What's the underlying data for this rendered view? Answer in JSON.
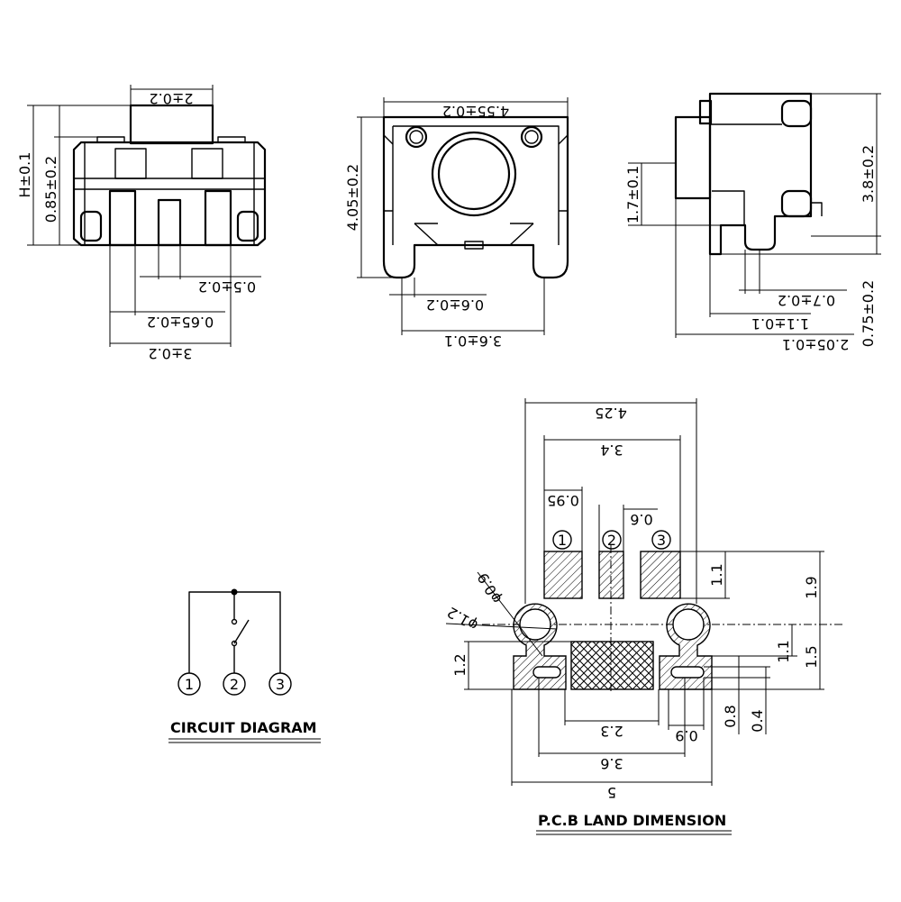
{
  "colors": {
    "line": "#000000",
    "background": "#ffffff"
  },
  "front_view": {
    "stem_width": "2±0.2",
    "height_h": "H±0.1",
    "base_height": "0.85±0.2",
    "pin_width": "0.5±0.2",
    "pin_span": "0.65±0.2",
    "body_width": "3±0.2"
  },
  "top_view": {
    "width": "4.55±0.2",
    "depth": "4.05±0.2",
    "tab_width": "0.6±0.2",
    "tab_span": "3.6±0.1"
  },
  "side_view": {
    "height": "3.8±0.2",
    "stem_height": "1.7±0.1",
    "lead_offset": "0.7±0.2",
    "lead_span": "1.1±0.1",
    "total_depth": "2.05±0.1",
    "lead_height": "0.75±0.2"
  },
  "circuit": {
    "title": "CIRCUIT DIAGRAM",
    "pins": [
      "1",
      "2",
      "3"
    ]
  },
  "pcb": {
    "title": "P.C.B LAND DIMENSION",
    "dim_4_25": "4.25",
    "dim_3_4": "3.4",
    "dim_0_95": "0.95",
    "dim_0_6": "0.6",
    "dim_1_1_top": "1.1",
    "dim_1_9": "1.9",
    "dim_phi_0_9": "φ0.9",
    "dim_phi_1_2": "φ1.2",
    "dim_1_2": "1.2",
    "dim_1_5": "1.5",
    "dim_1_1_side": "1.1",
    "dim_0_8": "0.8",
    "dim_0_4": "0.4",
    "dim_2_3": "2.3",
    "dim_0_9": "0.9",
    "dim_3_6": "3.6",
    "dim_5": "5",
    "pad_labels": [
      "1",
      "2",
      "3"
    ]
  }
}
